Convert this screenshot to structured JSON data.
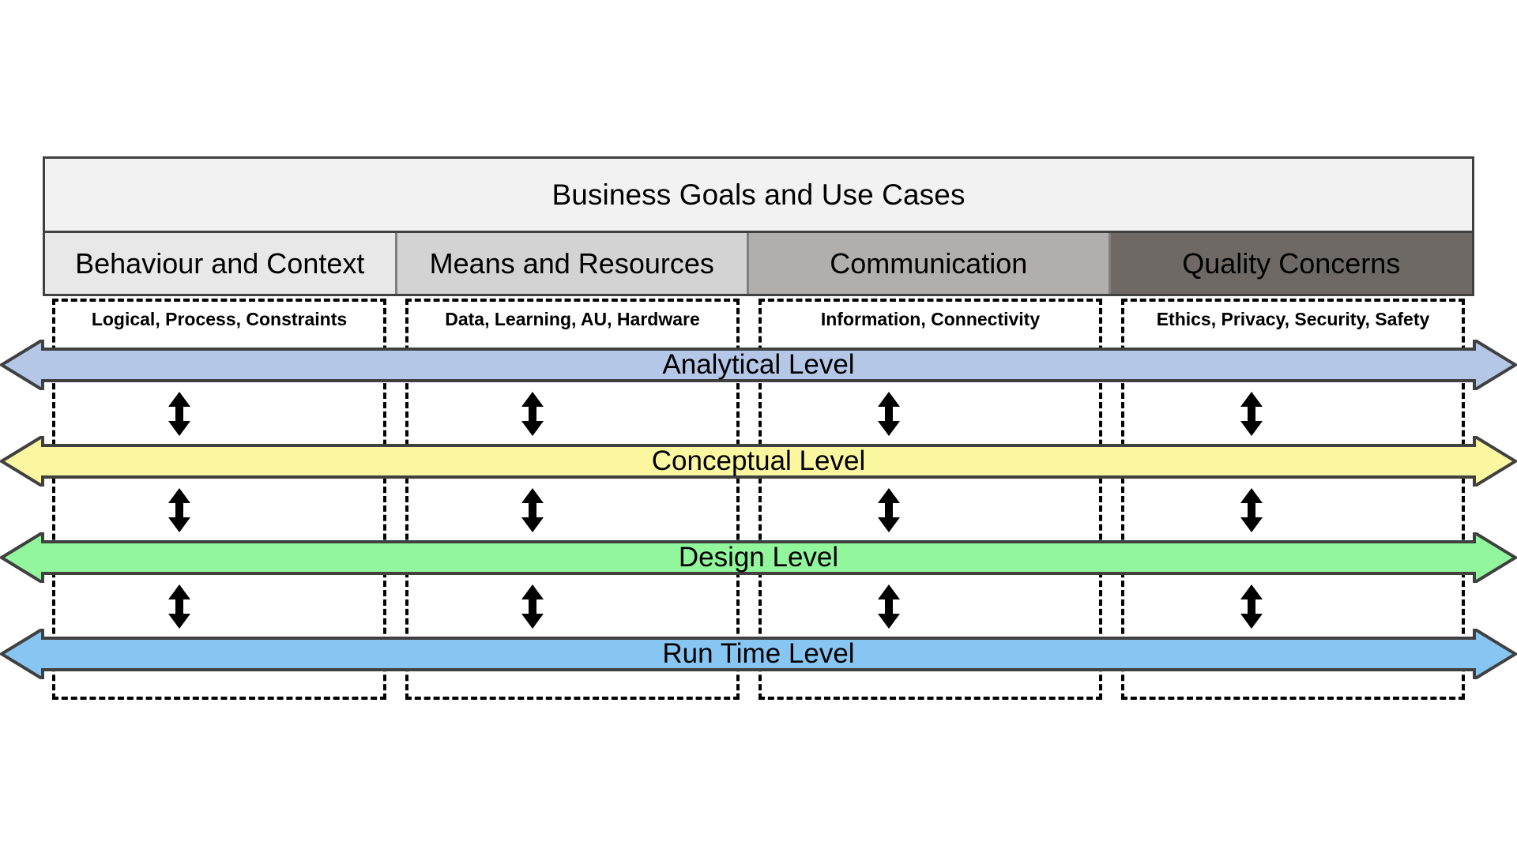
{
  "diagram": {
    "title": "Business Goals and Use Cases",
    "top_band": {
      "label": "Business Goals and Use Cases",
      "fill": "#f2f2f2",
      "border": "#404040"
    },
    "pillars": [
      {
        "label": "Behaviour and Context",
        "sublabel": "Logical, Process, Constraints",
        "fill": "#e8e8e8"
      },
      {
        "label": "Means and Resources",
        "sublabel": "Data, Learning, AU, Hardware",
        "fill": "#d3d3d3"
      },
      {
        "label": "Communication",
        "sublabel": "Information, Connectivity",
        "fill": "#b2aeab"
      },
      {
        "label": "Quality Concerns",
        "sublabel": "Ethics, Privacy, Security, Safety",
        "fill": "#6e6965"
      }
    ],
    "levels": [
      {
        "label": "Analytical Level",
        "fill": "#b4c7e7",
        "stroke": "#404040"
      },
      {
        "label": "Conceptual Level",
        "fill": "#fbf7a0",
        "stroke": "#404040"
      },
      {
        "label": "Design Level",
        "fill": "#92f79c",
        "stroke": "#404040"
      },
      {
        "label": "Run Time Level",
        "fill": "#87c5f2",
        "stroke": "#404040"
      }
    ],
    "link_arrow": {
      "name": "vertical-double-arrow",
      "direction": "bidirectional",
      "color": "#000000",
      "count_per_gap": 4,
      "gap_count": 3
    },
    "colors": {
      "frame_stroke": "#404040",
      "divider_stroke": "#7f7f7f",
      "dashed_column": "#000000",
      "background": "#ffffff",
      "text": "#000000"
    }
  }
}
